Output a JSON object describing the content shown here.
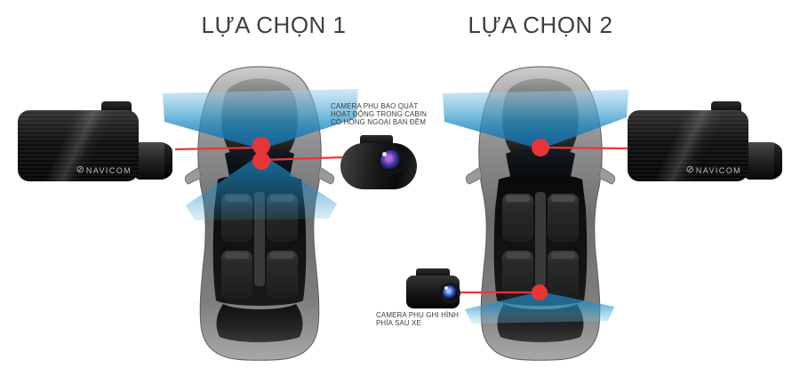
{
  "options": [
    {
      "title": "LỰA CHỌN 1"
    },
    {
      "title": "LỰA CHỌN 2"
    }
  ],
  "annotations": {
    "cabin_camera": {
      "line1": "CAMERA PHỤ BAO QUÁT",
      "line2": "HOẠT ĐỘNG TRONG CABIN",
      "line3": "CÓ HỒNG NGOẠI BAN ĐÊM"
    },
    "rear_camera": {
      "line1": "CAMERA PHỤ GHI HÌNH",
      "line2": "PHÍA SAU XE"
    }
  },
  "device": {
    "brand": "NAVICOM",
    "logo_glyph": "⊘"
  },
  "colors": {
    "accent_red": "#e93537",
    "beam_blue": "#1e8ec6",
    "title_text": "#3e3e3e",
    "label_text": "#3c3c3c",
    "logo_text": "#bdbdbd",
    "bg": "#ffffff"
  }
}
